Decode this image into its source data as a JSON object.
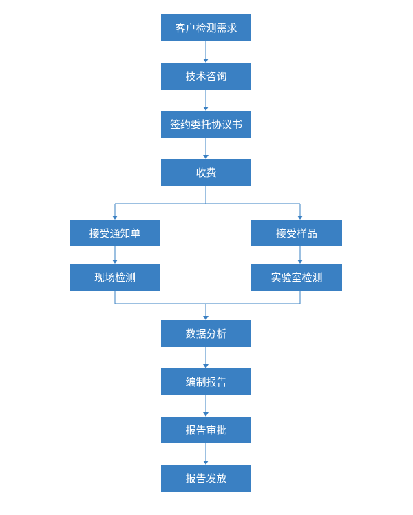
{
  "flowchart": {
    "nodes": [
      {
        "id": "customer_request",
        "label": "客户检测需求"
      },
      {
        "id": "tech_consult",
        "label": "技术咨询"
      },
      {
        "id": "sign_agreement",
        "label": "签约委托协议书"
      },
      {
        "id": "charge_fee",
        "label": "收费"
      },
      {
        "id": "receive_notice",
        "label": "接受通知单"
      },
      {
        "id": "onsite_test",
        "label": "现场检测"
      },
      {
        "id": "receive_sample",
        "label": "接受样品"
      },
      {
        "id": "lab_test",
        "label": "实验室检测"
      },
      {
        "id": "data_analysis",
        "label": "数据分析"
      },
      {
        "id": "compile_report",
        "label": "编制报告"
      },
      {
        "id": "review_report",
        "label": "报告审批"
      },
      {
        "id": "issue_report",
        "label": "报告发放"
      }
    ],
    "edges": [
      [
        "customer_request",
        "tech_consult"
      ],
      [
        "tech_consult",
        "sign_agreement"
      ],
      [
        "sign_agreement",
        "charge_fee"
      ],
      [
        "charge_fee",
        "receive_notice"
      ],
      [
        "charge_fee",
        "receive_sample"
      ],
      [
        "receive_notice",
        "onsite_test"
      ],
      [
        "receive_sample",
        "lab_test"
      ],
      [
        "onsite_test",
        "data_analysis"
      ],
      [
        "lab_test",
        "data_analysis"
      ],
      [
        "data_analysis",
        "compile_report"
      ],
      [
        "compile_report",
        "review_report"
      ],
      [
        "review_report",
        "issue_report"
      ]
    ],
    "colors": {
      "box_fill": "#3a80c3",
      "box_text": "#ffffff",
      "connector": "#3a80c3",
      "background": "#ffffff"
    }
  }
}
